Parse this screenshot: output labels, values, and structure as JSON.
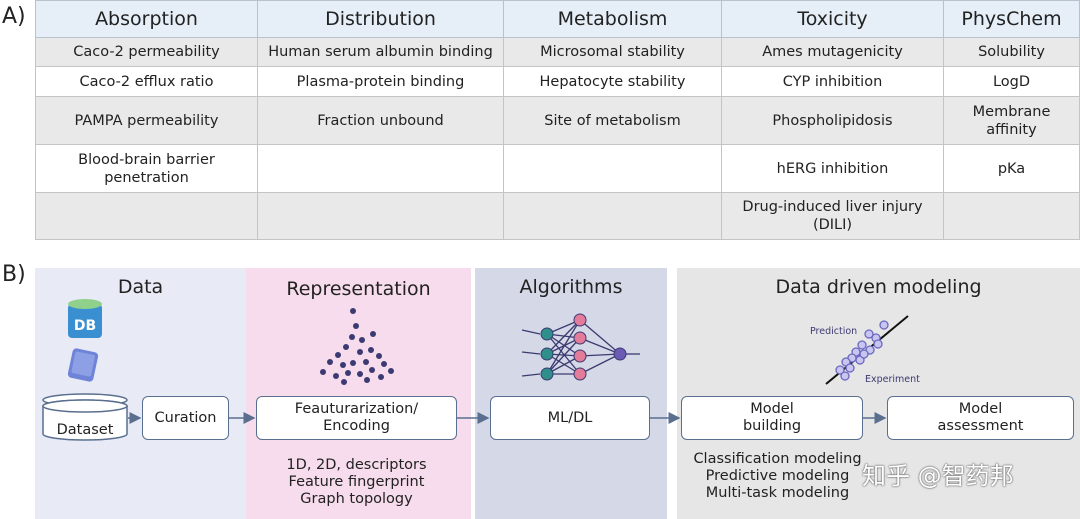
{
  "panel_a_label": "A)",
  "panel_b_label": "B)",
  "table": {
    "headers": [
      "Absorption",
      "Distribution",
      "Metabolism",
      "Toxicity",
      "PhysChem"
    ],
    "rows": [
      [
        "Caco-2 permeability",
        "Human serum albumin binding",
        "Microsomal stability",
        "Ames mutagenicity",
        "Solubility"
      ],
      [
        "Caco-2 efflux ratio",
        "Plasma-protein binding",
        "Hepatocyte stability",
        "CYP inhibition",
        "LogD"
      ],
      [
        "PAMPA permeability",
        "Fraction unbound",
        "Site of metabolism",
        "Phospholipidosis",
        "Membrane affinity"
      ],
      [
        "Blood-brain barrier penetration",
        "",
        "",
        "hERG inhibition",
        "pKa"
      ],
      [
        "",
        "",
        "",
        "Drug-induced liver injury (DILI)",
        ""
      ]
    ]
  },
  "sections": {
    "data": "Data",
    "representation": "Representation",
    "algorithms": "Algorithms",
    "modeling": "Data driven modeling"
  },
  "db_icon_label": "DB",
  "boxes": {
    "dataset": "Dataset",
    "curation": "Curation",
    "featurization": "Feauturarization/ Encoding",
    "mldl": "ML/DL",
    "model_building": "Model building",
    "model_assessment": "Model assessment"
  },
  "notes": {
    "representation": [
      "1D, 2D, descriptors",
      "Feature fingerprint",
      "Graph topology"
    ],
    "modeling": [
      "Classification modeling",
      "Predictive modeling",
      "Multi-task modeling"
    ]
  },
  "scatter_labels": {
    "prediction": "Prediction",
    "experiment": "Experiment"
  },
  "watermark": "知乎 @智药邦",
  "colors": {
    "data_bg": "#e8eaf6",
    "representation_bg": "#f6dcec",
    "algorithms_bg": "#d5d8e6",
    "modeling_bg": "#e6e6e6",
    "box_border": "#5a6f8f",
    "arrow": "#5a6f8f",
    "dot_purple": "#3c3a72",
    "node_teal": "#2f8f8a",
    "node_pink": "#e37b9a",
    "node_purple": "#6b5bb5",
    "db_blue": "#3a8fd0"
  }
}
